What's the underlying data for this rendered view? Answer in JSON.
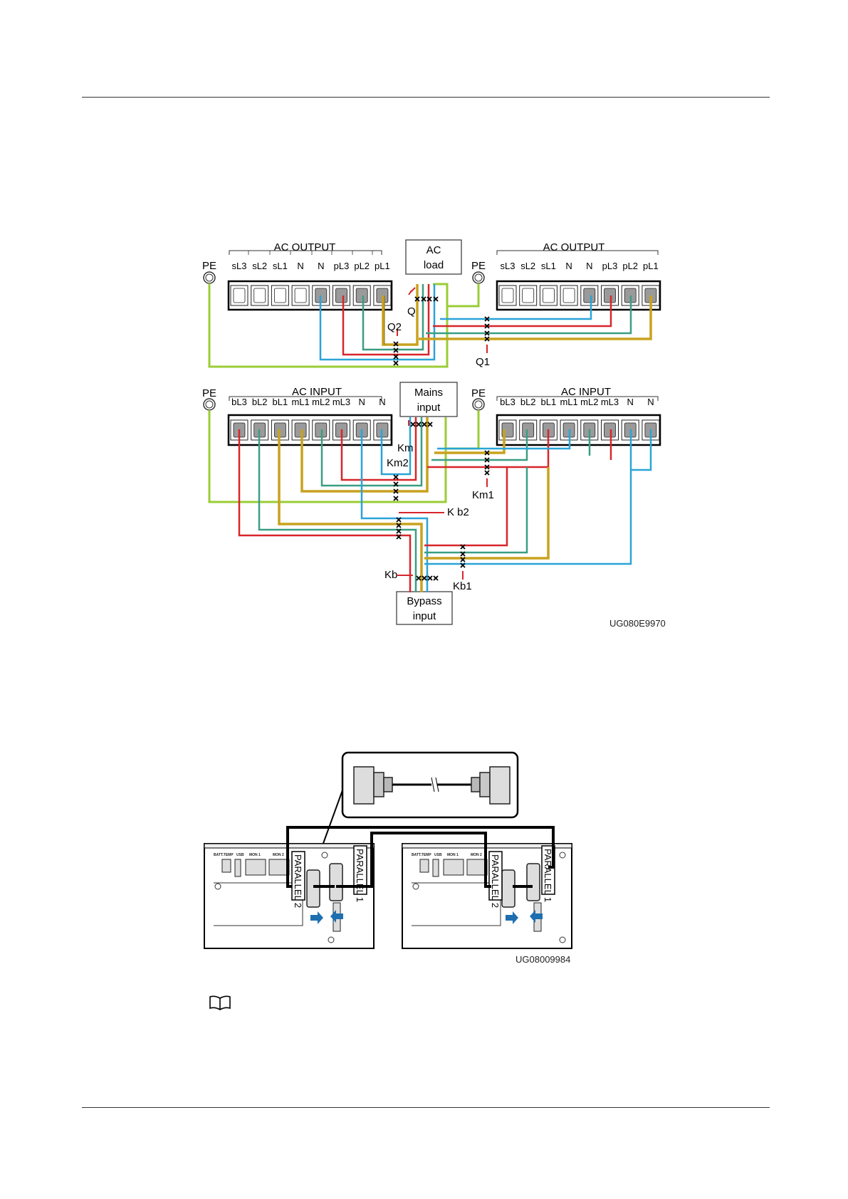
{
  "figure1": {
    "output_title": "AC OUTPUT",
    "input_title": "AC INPUT",
    "pe": "PE",
    "output_terminals": [
      "sL3",
      "sL2",
      "sL1",
      "N",
      "N",
      "pL3",
      "pL2",
      "pL1"
    ],
    "input_terminals": [
      "bL3",
      "bL2",
      "bL1",
      "mL1",
      "mL2",
      "mL3",
      "N",
      "N"
    ],
    "ac_load_box": [
      "AC",
      "load"
    ],
    "mains_input_box": [
      "Mains",
      "input"
    ],
    "bypass_input_box": [
      "Bypass",
      "input"
    ],
    "switches": {
      "q": "Q",
      "q1": "Q1",
      "q2": "Q2",
      "km": "Km",
      "km1": "Km1",
      "km2": "Km2",
      "kb": "Kb",
      "kb1": "Kb1",
      "kb2": "K b2"
    },
    "code": "UG080E9970"
  },
  "figure2": {
    "parallel1": "PARALLEL 1",
    "parallel2": "PARALLEL 2",
    "batt_temp": "BATT.TEMP",
    "usb": "USB",
    "mon1": "MON 1",
    "mon2": "MON 2",
    "code": "UG08009984"
  },
  "colors": {
    "red": "#d7262b",
    "blue": "#2aa4d8",
    "green": "#3a9e83",
    "yellow": "#c9a21e",
    "pe_green": "#9acd35",
    "arrow": "#1e6fb0"
  },
  "icons": {
    "note": "book-icon"
  }
}
